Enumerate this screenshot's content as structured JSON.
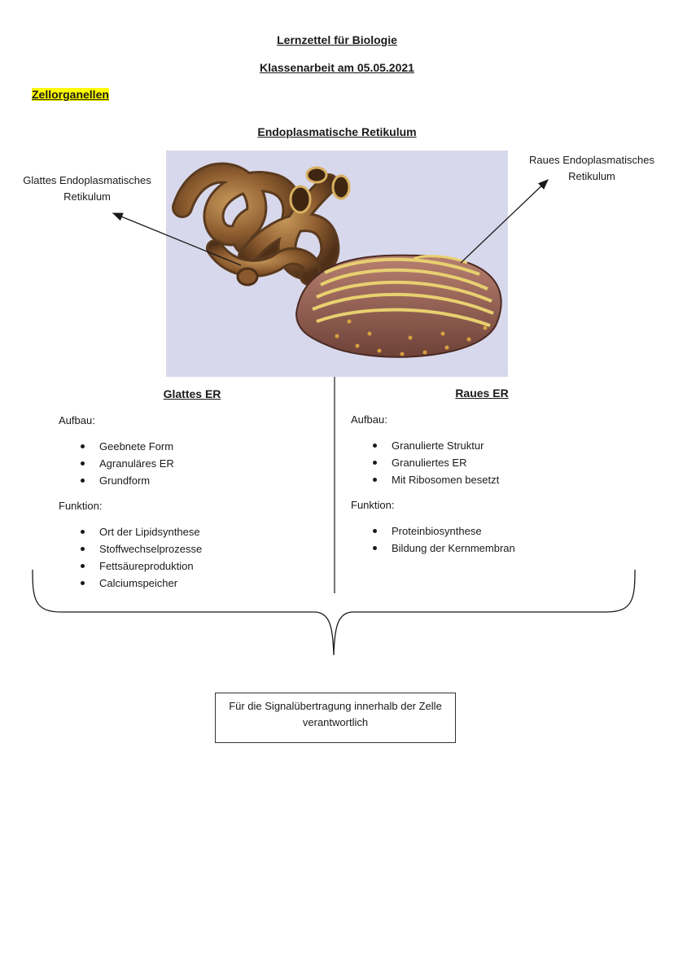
{
  "header": {
    "title": "Lernzettel für Biologie",
    "subtitle": "Klassenarbeit am 05.05.2021"
  },
  "topic": "Zellorganellen",
  "section_title": "Endoplasmatische Retikulum",
  "figure": {
    "label_left": "Glattes Endoplasmatisches Retikulum",
    "label_right": "Raues Endoplasmatisches Retikulum",
    "background_color": "#d8d8ec"
  },
  "smooth_er": {
    "title": "Glattes ER",
    "aufbau_label": "Aufbau:",
    "aufbau": [
      "Geebnete Form",
      "Agranuläres ER",
      "Grundform"
    ],
    "funktion_label": "Funktion:",
    "funktion": [
      "Ort der Lipidsynthese",
      "Stoffwechselprozesse",
      "Fettsäureproduktion",
      "Calciumspeicher"
    ]
  },
  "rough_er": {
    "title": "Raues ER",
    "aufbau_label": "Aufbau:",
    "aufbau": [
      "Granulierte Struktur",
      "Granuliertes ER",
      "Mit Ribosomen besetzt"
    ],
    "funktion_label": "Funktion:",
    "funktion": [
      "Proteinbiosynthese",
      "Bildung der Kernmembran"
    ]
  },
  "summary_box": "Für die Signalübertragung innerhalb der Zelle verantwortlich",
  "highlight_color": "#ffff00"
}
